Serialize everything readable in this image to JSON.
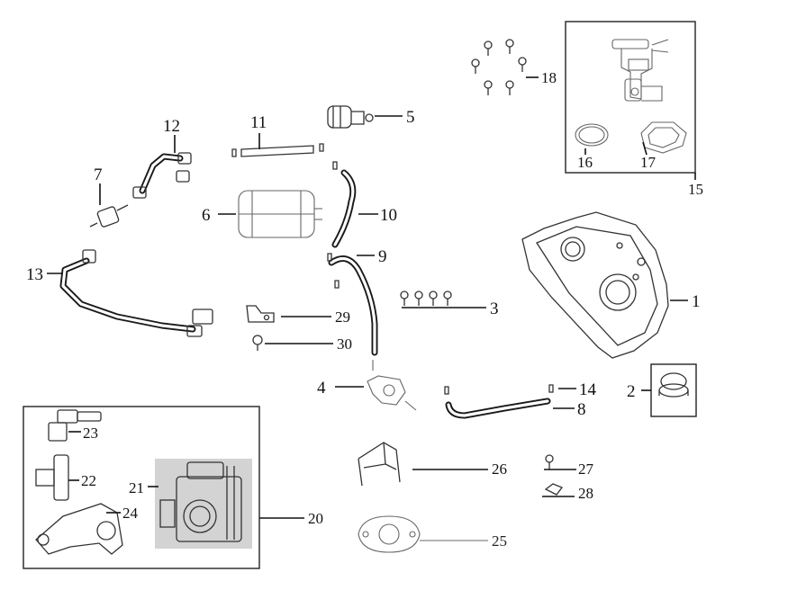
{
  "diagram": {
    "callouts": {
      "n1": "1",
      "n2": "2",
      "n3": "3",
      "n4": "4",
      "n5": "5",
      "n6": "6",
      "n7": "7",
      "n8": "8",
      "n9": "9",
      "n10": "10",
      "n11": "11",
      "n12": "12",
      "n13": "13",
      "n14": "14",
      "n15": "15",
      "n16": "16",
      "n17": "17",
      "n18": "18",
      "n20": "20",
      "n21": "21",
      "n22": "22",
      "n23": "23",
      "n24": "24",
      "n25": "25",
      "n26": "26",
      "n27": "27",
      "n28": "28",
      "n29": "29",
      "n30": "30"
    }
  }
}
